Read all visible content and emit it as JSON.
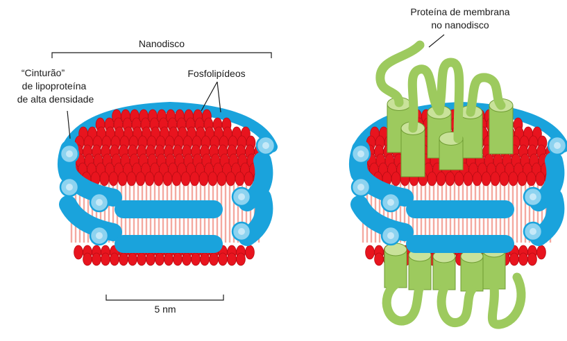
{
  "labels": {
    "nanodisco": "Nanodisco",
    "belt_line1": "“Cinturão”",
    "belt_line2": "de lipoproteína",
    "belt_line3": "de alta densidade",
    "phospholipids": "Fosfolipídeos",
    "protein_line1": "Proteína de membrana",
    "protein_line2": "no nanodisco",
    "scale": "5 nm"
  },
  "colors": {
    "lipid_head": "#e8141e",
    "lipid_head_edge": "#b80c14",
    "lipid_tail": "#f4a9a0",
    "belt": "#1aa3dc",
    "belt_edge": "#0e7fb3",
    "belt_joint": "#8dd3f0",
    "protein": "#9dca5e",
    "protein_light": "#c9e29a",
    "protein_edge": "#6f9c33"
  }
}
